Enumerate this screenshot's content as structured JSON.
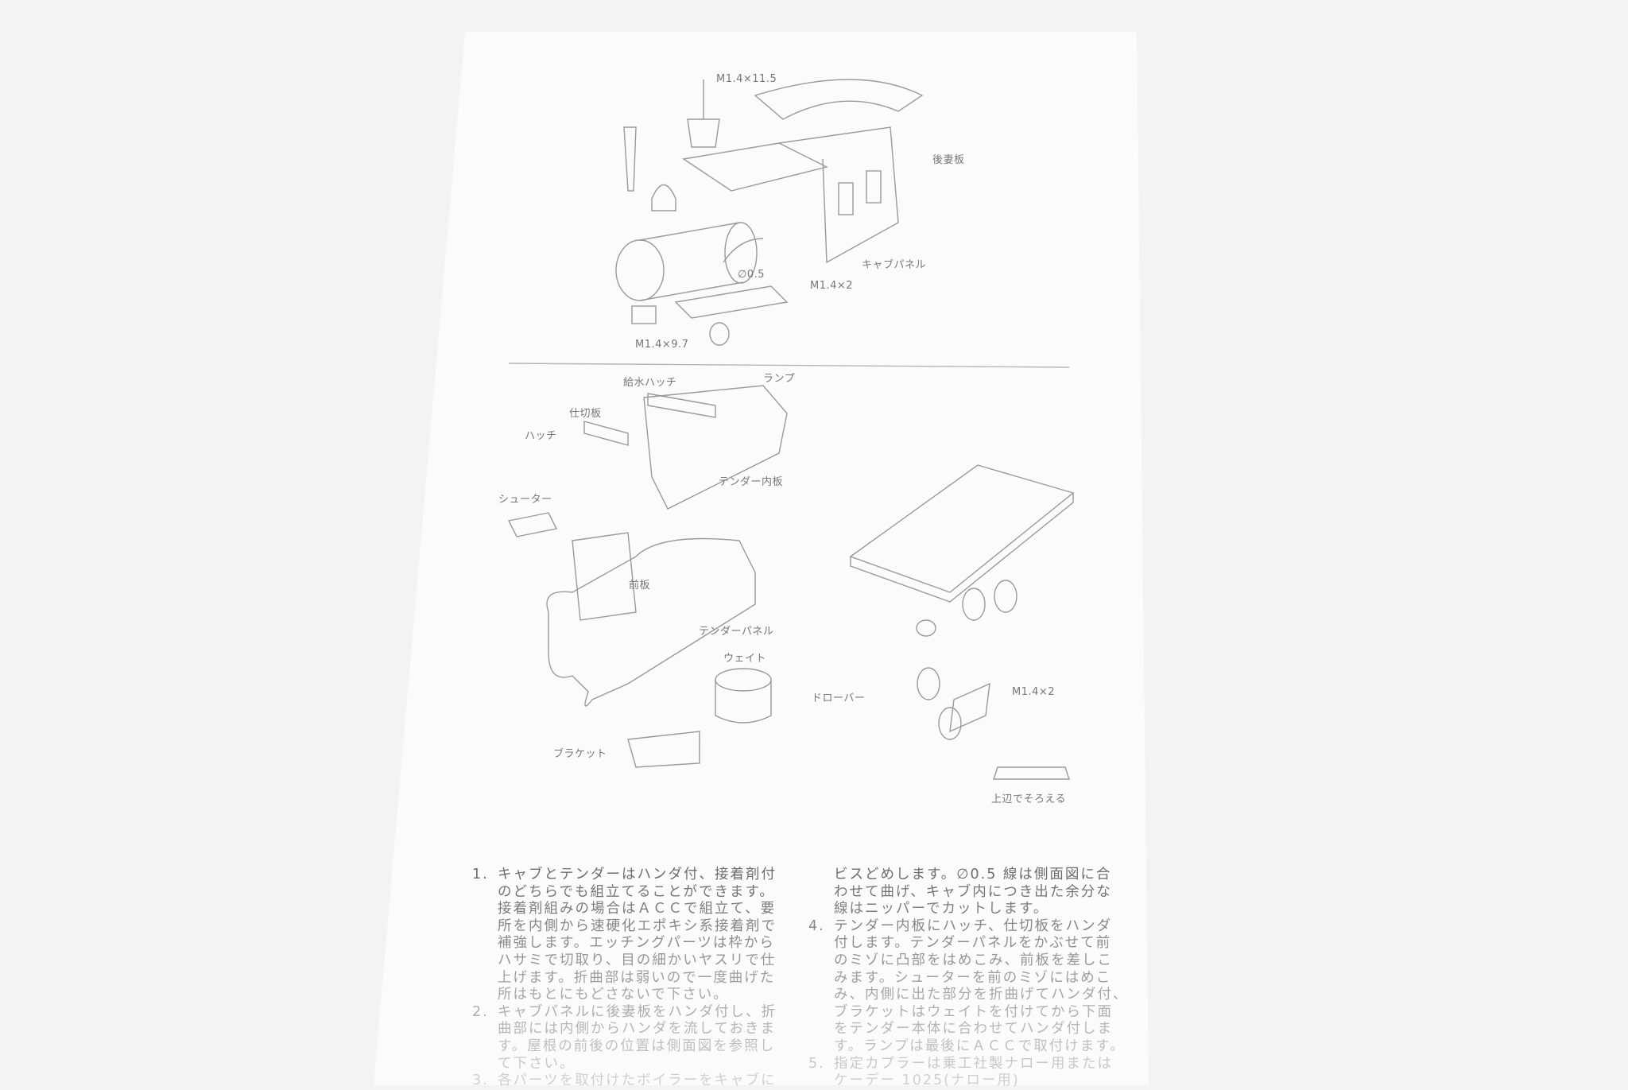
{
  "diagram_labels": {
    "screw_top": "M1.4×11.5",
    "back_plate": "後妻板",
    "cab_panel": "キャブパネル",
    "screw_cab": "M1.4×2",
    "wire": "∅0.5",
    "screw_bottom": "M1.4×9.7",
    "water_hatch": "給水ハッチ",
    "lamp": "ランプ",
    "partition": "仕切板",
    "hatch": "ハッチ",
    "tender_inner": "テンダー内板",
    "chute": "シューター",
    "front_plate": "前板",
    "tender_panel": "テンダーパネル",
    "weight": "ウェイト",
    "bracket": "ブラケット",
    "drawbar": "ドローバー",
    "screw_truck": "M1.4×2",
    "align_top": "上辺でそろえる"
  },
  "instructions": {
    "col1": [
      {
        "num": "1.",
        "lines": [
          "キャブとテンダーはハンダ付、接着剤付",
          "のどちらでも組立てることができます。",
          "接着剤組みの場合はＡＣＣで組立て、要",
          "所を内側から速硬化エポキシ系接着剤で",
          "補強します。エッチングパーツは枠から",
          "ハサミで切取り、目の細かいヤスリで仕",
          "上げます。折曲部は弱いので一度曲げた",
          "所はもとにもどさないで下さい。"
        ]
      },
      {
        "num": "2.",
        "lines": [
          "キャブパネルに後妻板をハンダ付し、折",
          "曲部には内側からハンダを流しておきま",
          "す。屋根の前後の位置は側面図を参照し",
          "て下さい。"
        ]
      },
      {
        "num": "3.",
        "lines": [
          "各パーツを取付けたボイラーをキャブに"
        ]
      }
    ],
    "col2": [
      {
        "num": "",
        "lines": [
          "ビスどめします。∅0.5 線は側面図に合",
          "わせて曲げ、キャブ内につき出た余分な",
          "線はニッパーでカットします。"
        ]
      },
      {
        "num": "4.",
        "lines": [
          "テンダー内板にハッチ、仕切板をハンダ",
          "付します。テンダーパネルをかぶせて前",
          "のミゾに凸部をはめこみ、前板を差しこ",
          "みます。シューターを前のミゾにはめこ",
          "み、内側に出た部分を折曲げてハンダ付、",
          "ブラケットはウェイトを付けてから下面",
          "をテンダー本体に合わせてハンダ付しま",
          "す。ランプは最後にＡＣＣで取付けます。"
        ]
      },
      {
        "num": "5.",
        "lines": [
          "指定カプラーは乗工社製ナロー用または",
          "ケーデー 1025(ナロー用)"
        ]
      }
    ]
  }
}
